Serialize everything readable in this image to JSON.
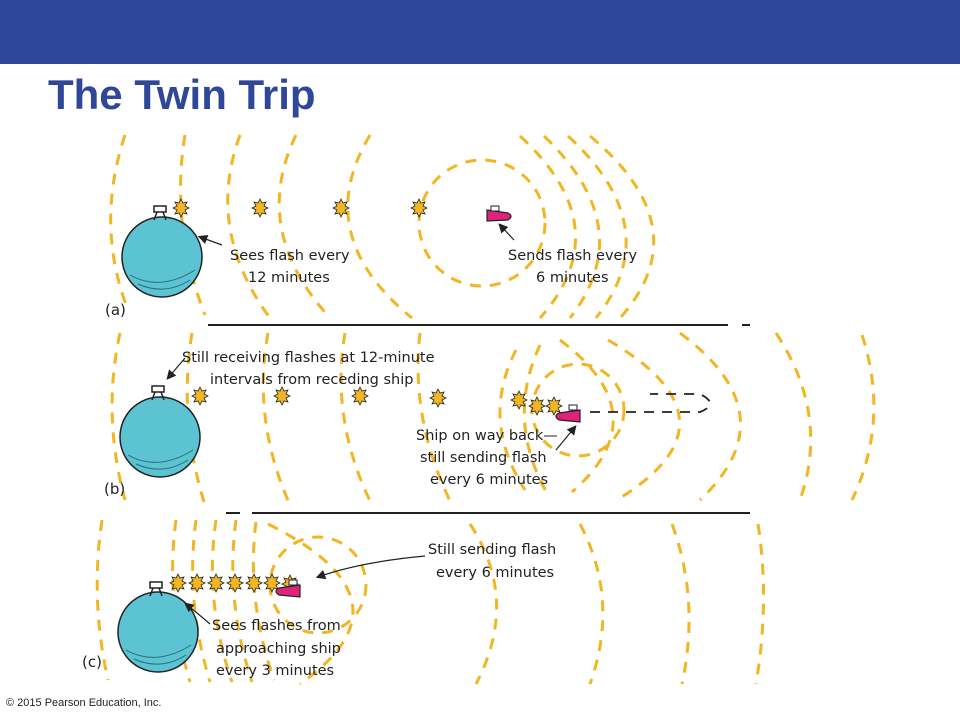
{
  "slide": {
    "title": "The Twin Trip",
    "copyright": "© 2015 Pearson Education, Inc."
  },
  "colors": {
    "header_band": "#2e4799",
    "title": "#2e4799",
    "wavefront": "#f2b523",
    "earth": "#5bc3d1",
    "ship": "#e0237a"
  },
  "panels": {
    "a": {
      "label": "(a)",
      "earth_caption": [
        "Sees flash every",
        "12 minutes"
      ],
      "ship_caption": [
        "Sends flash every",
        "6 minutes"
      ]
    },
    "b": {
      "label": "(b)",
      "earth_caption": [
        "Still receiving flashes at 12-minute",
        "intervals from receding ship"
      ],
      "ship_caption": [
        "Ship on way back—",
        "still sending flash",
        "every 6 minutes"
      ]
    },
    "c": {
      "label": "(c)",
      "ship_caption": [
        "Still sending flash",
        "every 6 minutes"
      ],
      "earth_caption": [
        "Sees flashes from",
        "approaching ship",
        "every 3 minutes"
      ]
    }
  }
}
